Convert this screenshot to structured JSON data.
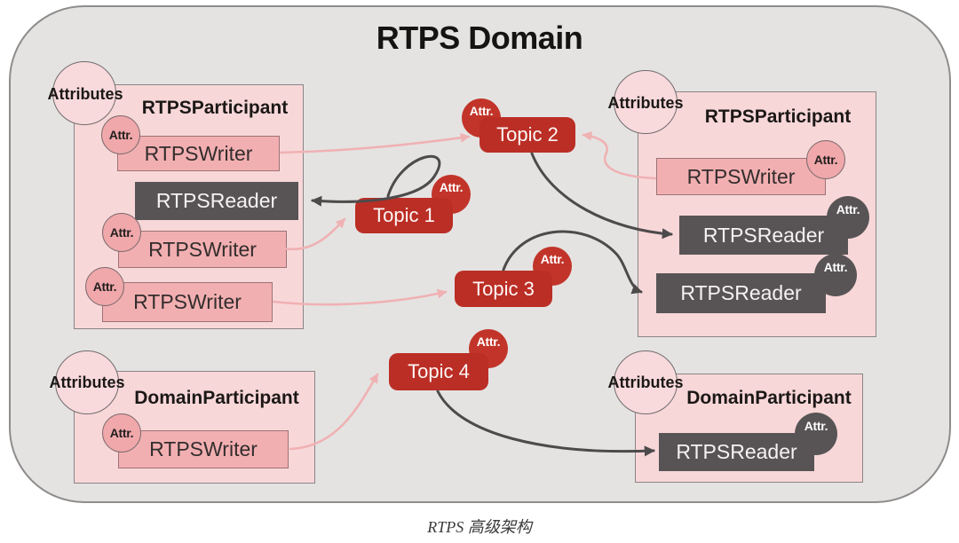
{
  "title": "RTPS Domain",
  "caption": "RTPS 高级架构",
  "labels": {
    "attributes": "Attributes",
    "attr": "Attr."
  },
  "participants": [
    {
      "id": "top-left",
      "title": "RTPSParticipant",
      "nodes": [
        {
          "type": "writer",
          "label": "RTPSWriter",
          "attr": "Attr."
        },
        {
          "type": "reader",
          "label": "RTPSReader"
        },
        {
          "type": "writer",
          "label": "RTPSWriter",
          "attr": "Attr."
        },
        {
          "type": "writer",
          "label": "RTPSWriter",
          "attr": "Attr."
        }
      ]
    },
    {
      "id": "top-right",
      "title": "RTPSParticipant",
      "nodes": [
        {
          "type": "writer",
          "label": "RTPSWriter",
          "attr": "Attr."
        },
        {
          "type": "reader",
          "label": "RTPSReader",
          "attr": "Attr."
        },
        {
          "type": "reader",
          "label": "RTPSReader",
          "attr": "Attr."
        }
      ]
    },
    {
      "id": "bottom-left",
      "title": "DomainParticipant",
      "nodes": [
        {
          "type": "writer",
          "label": "RTPSWriter",
          "attr": "Attr."
        }
      ]
    },
    {
      "id": "bottom-right",
      "title": "DomainParticipant",
      "nodes": [
        {
          "type": "reader",
          "label": "RTPSReader",
          "attr": "Attr."
        }
      ]
    }
  ],
  "topics": [
    {
      "label": "Topic 1",
      "attr": "Attr."
    },
    {
      "label": "Topic 2",
      "attr": "Attr."
    },
    {
      "label": "Topic 3",
      "attr": "Attr."
    },
    {
      "label": "Topic 4",
      "attr": "Attr."
    }
  ],
  "connections": [
    {
      "from": "top-left.writer1",
      "to": "topic2",
      "color": "pink"
    },
    {
      "from": "top-left.writer2",
      "to": "topic1",
      "color": "pink"
    },
    {
      "from": "top-left.writer3",
      "to": "topic3",
      "color": "pink"
    },
    {
      "from": "topic1",
      "to": "top-left.reader1",
      "color": "dark"
    },
    {
      "from": "top-right.writer1",
      "to": "topic2",
      "color": "pink"
    },
    {
      "from": "topic2",
      "to": "top-right.reader1",
      "color": "dark"
    },
    {
      "from": "topic3",
      "to": "top-right.reader2",
      "color": "dark"
    },
    {
      "from": "bottom-left.writer1",
      "to": "topic4",
      "color": "pink"
    },
    {
      "from": "topic4",
      "to": "bottom-right.reader1",
      "color": "dark"
    }
  ],
  "colors": {
    "canvas_gray": "#e4e3e2",
    "participant_pink": "#f8d7d8",
    "writer_pink": "#f2afb1",
    "reader_gray": "#585455",
    "topic_red": "#bb2e25",
    "pink_arrow": "#f0b1b3",
    "dark_arrow": "#4d4a4b"
  }
}
